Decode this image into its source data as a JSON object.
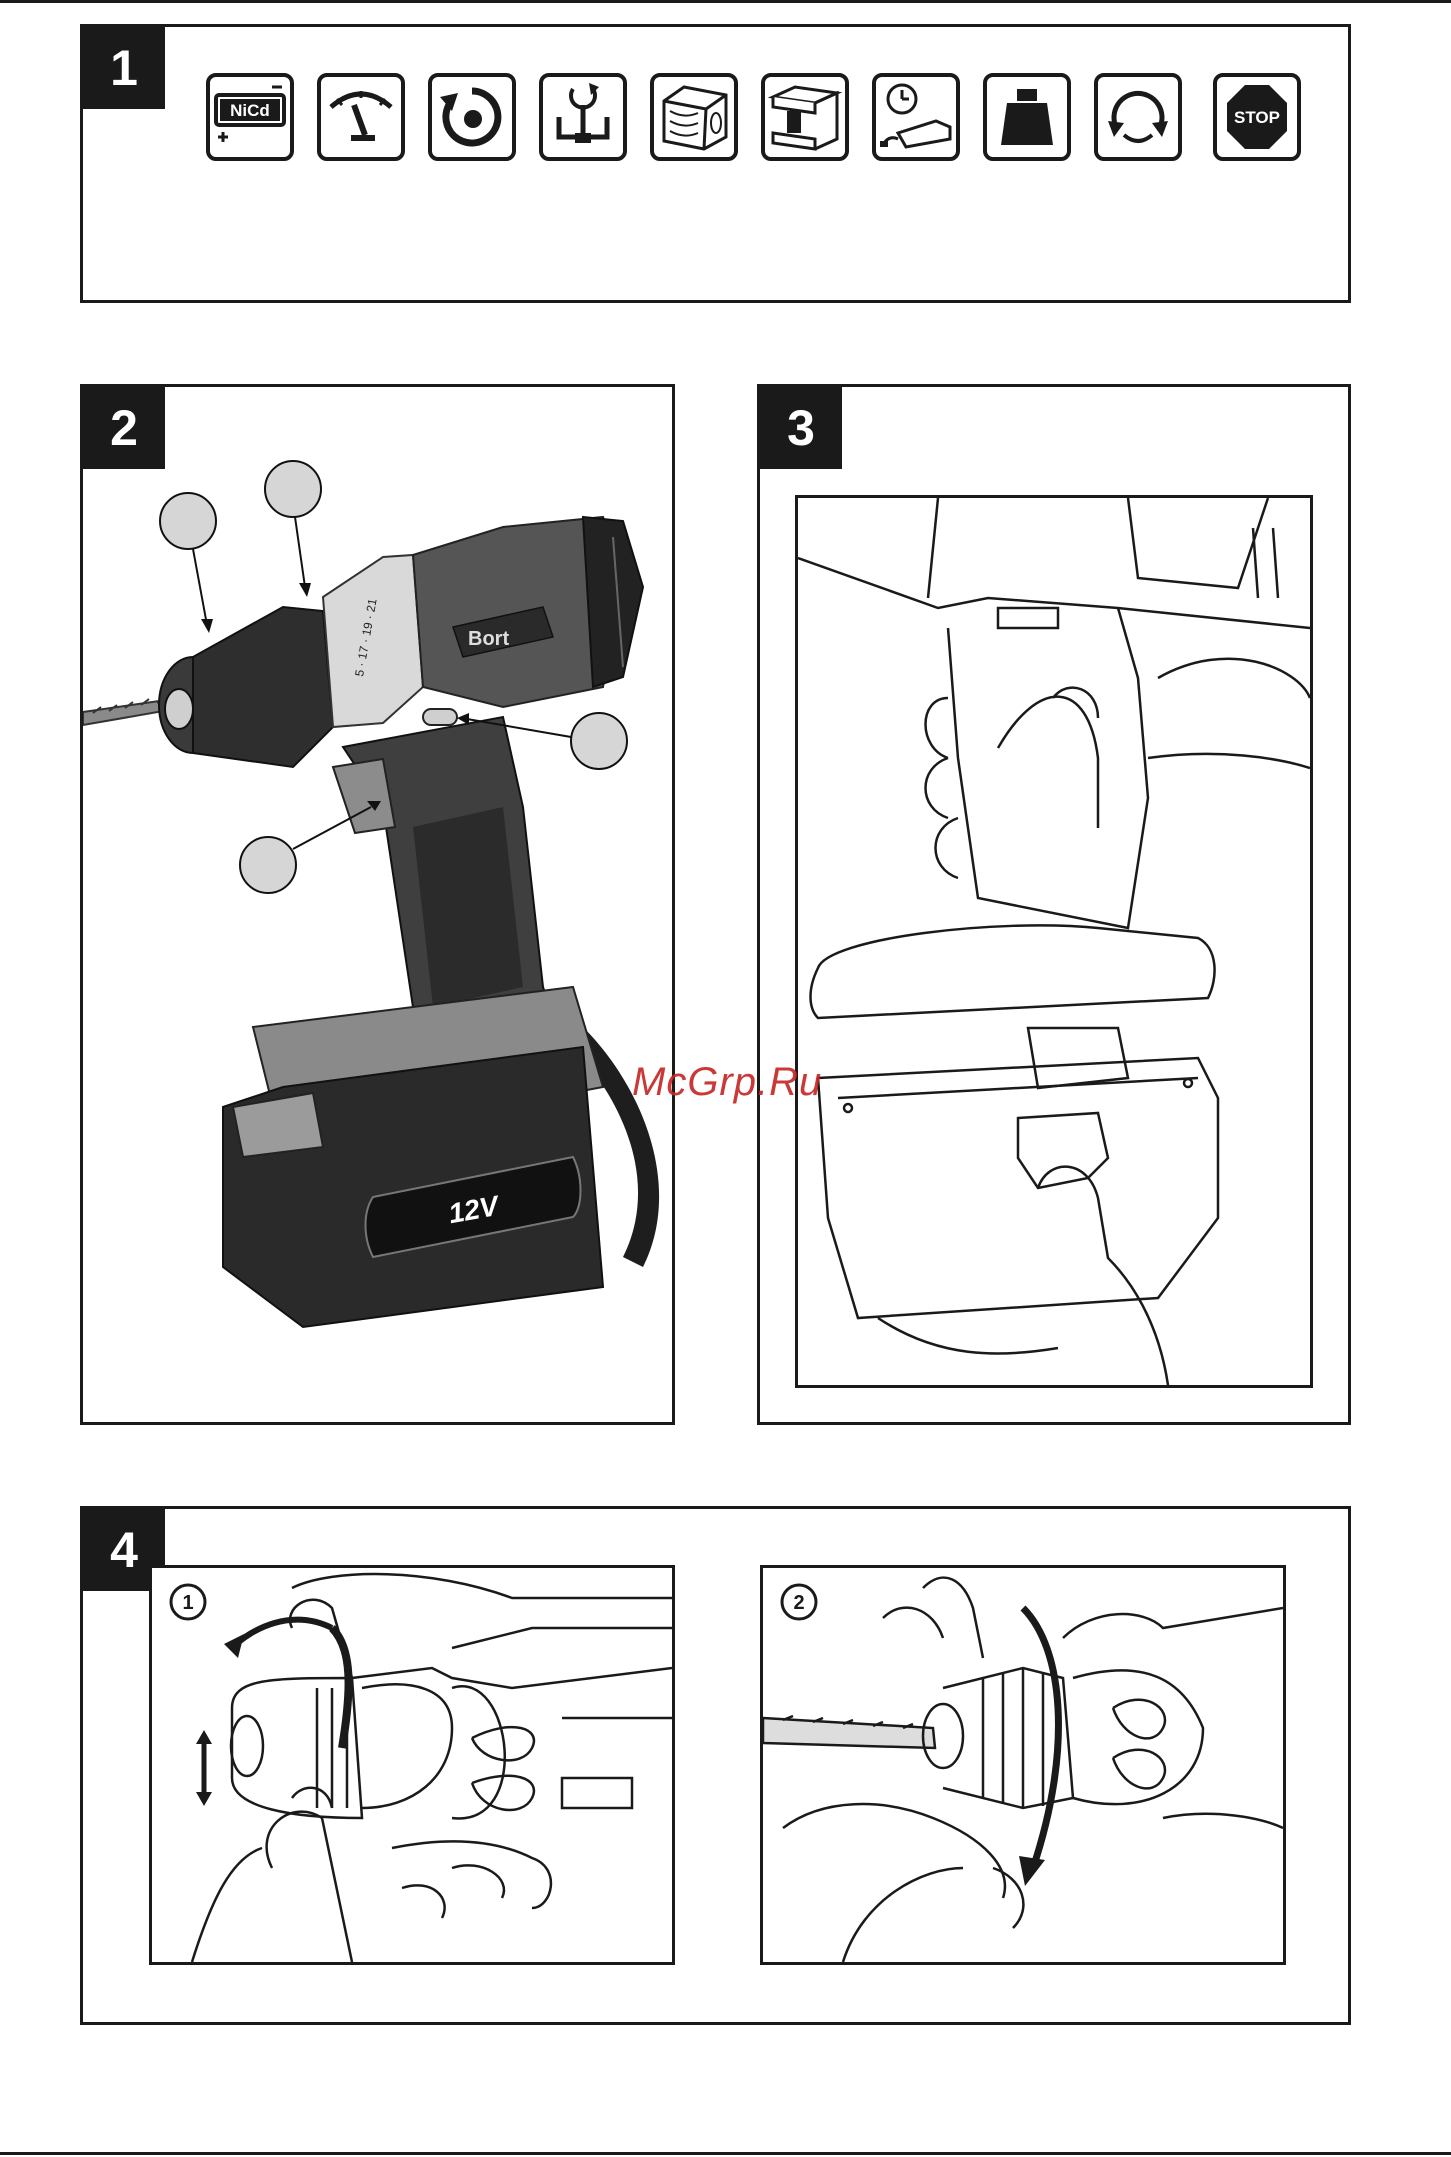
{
  "figures": {
    "fig1": {
      "number": "1"
    },
    "fig2": {
      "number": "2",
      "battery_label": "12V",
      "brand_mark": "Bort"
    },
    "fig3": {
      "number": "3"
    },
    "fig4": {
      "number": "4",
      "steps": [
        {
          "label": "1"
        },
        {
          "label": "2"
        }
      ]
    }
  },
  "icons": [
    {
      "name": "nicd-battery-icon",
      "text": "NiCd"
    },
    {
      "name": "speed-gauge-icon"
    },
    {
      "name": "rotation-icon"
    },
    {
      "name": "chuck-icon"
    },
    {
      "name": "wood-icon"
    },
    {
      "name": "steel-beam-icon"
    },
    {
      "name": "charging-time-icon"
    },
    {
      "name": "weight-icon"
    },
    {
      "name": "torque-icon"
    },
    {
      "name": "stop-sign-icon",
      "text": "STOP"
    }
  ],
  "watermark": "McGrp.Ru",
  "colors": {
    "ink": "#1a1a1a",
    "watermark": "#c62828",
    "drill_body": "#4a4a4a"
  }
}
